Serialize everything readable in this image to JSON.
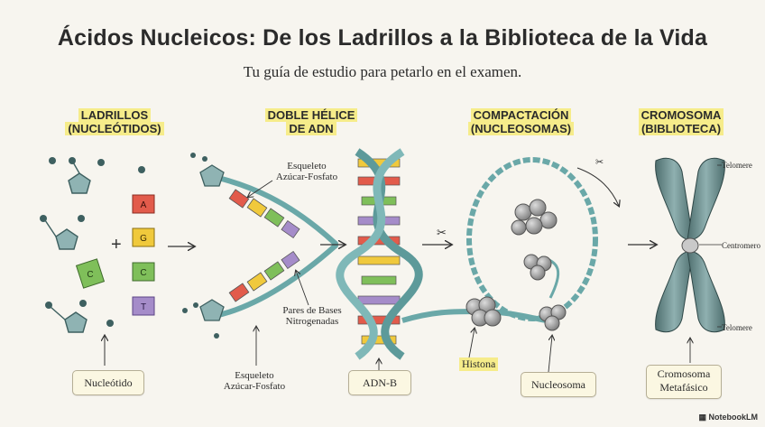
{
  "title": "Ácidos Nucleicos: De los Ladrillos a la Biblioteca de la Vida",
  "subtitle": "Tu guía de estudio para petarlo en el examen.",
  "stages": [
    {
      "line1": "LADRILLOS",
      "line2": "(NUCLEÓTIDOS)"
    },
    {
      "line1": "DOBLE HÉLICE",
      "line2": "DE ADN"
    },
    {
      "line1": "COMPACTACIÓN",
      "line2": "(NUCLEOSOMAS)"
    },
    {
      "line1": "CROMOSOMA",
      "line2": "(BIBLIOTECA)"
    }
  ],
  "bases": [
    "A",
    "G",
    "C",
    "T"
  ],
  "free_bases": [
    "C"
  ],
  "plus": "+",
  "labels": {
    "backbone_top_1": "Esqueleto",
    "backbone_top_2": "Azúcar-Fosfato",
    "base_pairs_1": "Pares de Bases",
    "base_pairs_2": "Nitrogenadas",
    "backbone_bottom_1": "Esqueleto",
    "backbone_bottom_2": "Azúcar-Fosfato",
    "histona": "Histona",
    "telomere_top": "Telomere",
    "centromere": "Centromero",
    "telomere_bottom": "Telomere"
  },
  "boxes": {
    "nucleotido": "Nucleótido",
    "adn_b": "ADN-B",
    "nucleosoma": "Nucleosoma",
    "cromosoma_1": "Cromosoma",
    "cromosoma_2": "Metafásico"
  },
  "brand": "NotebookLM",
  "colors": {
    "red": "#e25b4b",
    "yellow": "#f0c93c",
    "green": "#7fbf5a",
    "purple": "#a58cc9",
    "teal": "#6aa8a8",
    "highlight": "#f6ec8a"
  }
}
